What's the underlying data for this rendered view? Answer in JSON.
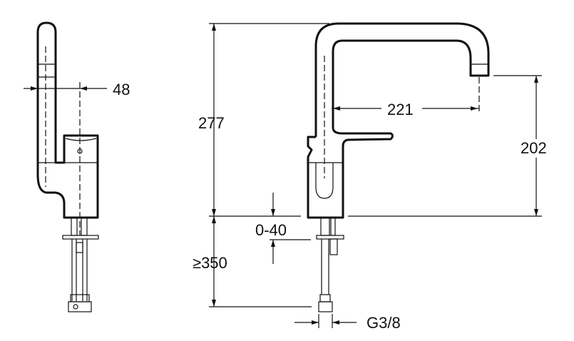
{
  "drawing": {
    "side_view": {
      "width_label": "48"
    },
    "front_view": {
      "height_label": "277",
      "reach_label": "221",
      "spout_height_label": "202",
      "deck_thickness_label": "0-40",
      "hose_length_label": "≥350",
      "connection_label": "G3/8"
    }
  }
}
